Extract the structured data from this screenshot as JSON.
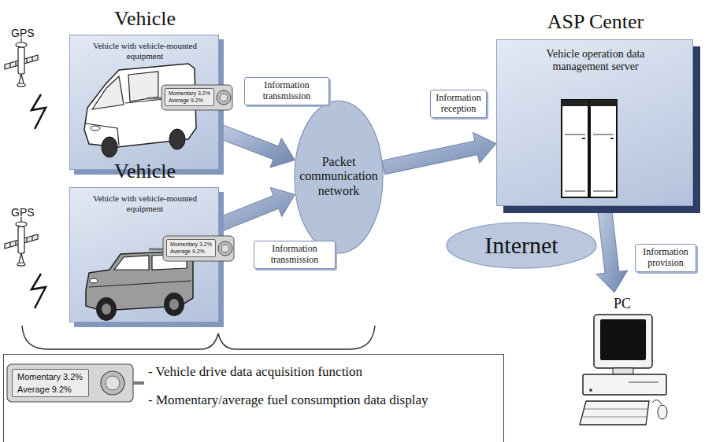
{
  "diagram": {
    "nodes": [
      {
        "text": [
          "Vehicle",
          "Vehicle with vehicle-mounted equipment"
        ]
      },
      {
        "text": [
          "Momentary 3.2%",
          "Average 9.2%"
        ],
        "in": 0
      },
      {
        "text": [
          "Packet communication network"
        ]
      },
      {
        "text": [
          "ASP Center",
          "Vehicle operation data management server"
        ]
      },
      {
        "text": [
          "Vehicle",
          "Vehicle with vehicle-mounted equipment"
        ]
      },
      {
        "text": [
          "Momentary 3.2%",
          "Average 9.2%"
        ],
        "in": 4
      },
      {
        "text": [
          "Internet"
        ]
      },
      {
        "text": [
          "PC"
        ]
      },
      {
        "text": [
          "- Vehicle drive data acquisition function",
          "- Momentary/average fuel consumption data display"
        ]
      },
      {
        "text": [
          "Momentary 3.2%",
          "Average 9.2%"
        ],
        "in": 8
      }
    ],
    "edges": [
      {
        "from": 0,
        "to": 2,
        "label": "Information transmission",
        "arrow": "to"
      },
      {
        "from": 4,
        "to": 2,
        "label": "Information transmission",
        "arrow": "to"
      },
      {
        "from": 2,
        "to": 3,
        "label": "Information reception",
        "arrow": "to"
      },
      {
        "from": 3,
        "to": 7,
        "label": "Information provision",
        "arrow": "to"
      }
    ],
    "labels": [
      "GPS",
      "GPS"
    ]
  }
}
